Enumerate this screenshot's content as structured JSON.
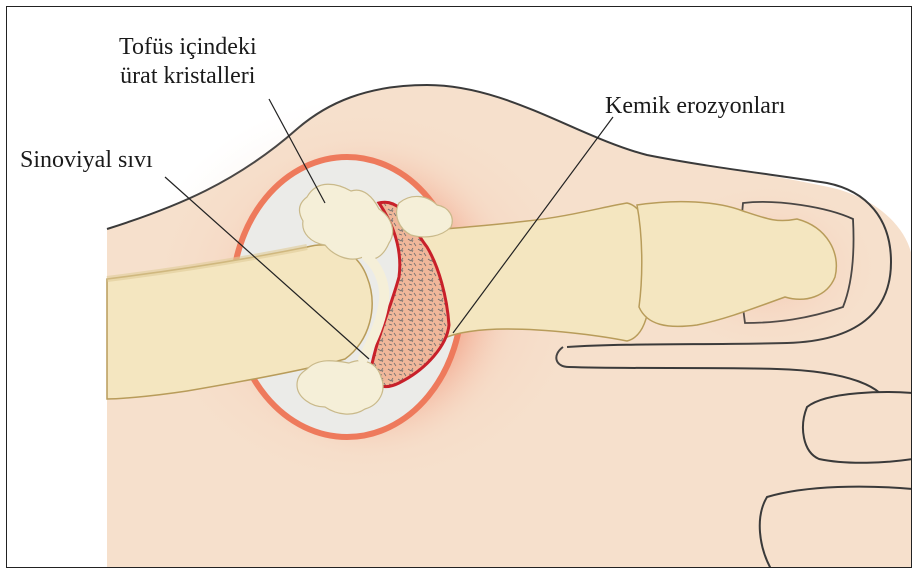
{
  "labels": {
    "tophus_line1": "Tofüs içindeki",
    "tophus_line2": "ürat kristalleri",
    "synovial_fluid": "Sinoviyal sıvı",
    "bone_erosions": "Kemik erozyonları"
  },
  "colors": {
    "skin": "#f6e0cc",
    "skin_outline": "#3a3a3a",
    "inflammation_glow": "#ef6f52",
    "bone": "#f4e6c0",
    "bone_shade": "#e0cc98",
    "urate_deposit": "#f5efd8",
    "erosion_red": "#c8202a",
    "erosion_fill": "#f2b190",
    "synovial_fluid": "#ebebe8"
  }
}
